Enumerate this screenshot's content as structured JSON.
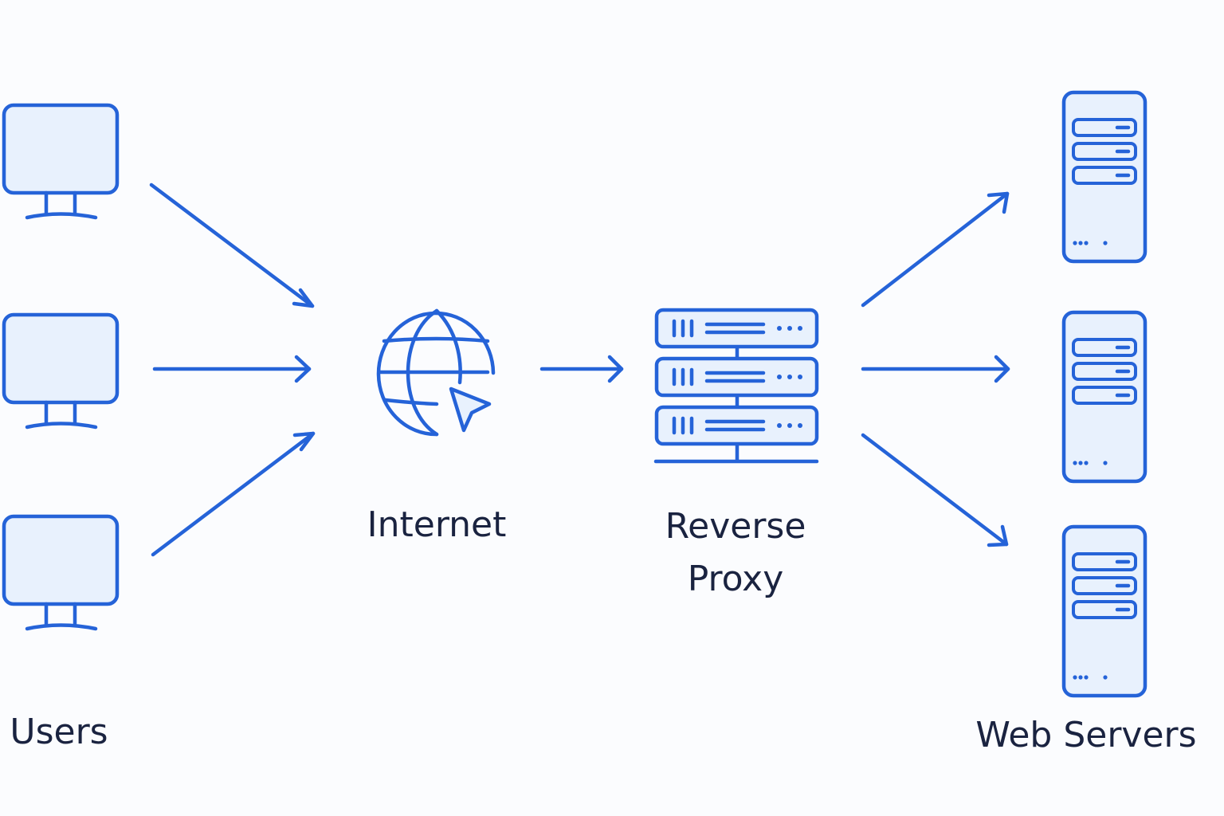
{
  "colors": {
    "accent": "#2563d8",
    "fill": "#e8f1fd",
    "text": "#1a2340",
    "background": "#fbfcfe"
  },
  "labels": {
    "users": "Users",
    "internet": "Internet",
    "proxy_line1": "Reverse",
    "proxy_line2": "Proxy",
    "servers": "Web Servers"
  },
  "nodes": {
    "users": {
      "count": 3,
      "icon": "monitor-icon"
    },
    "internet": {
      "icon": "globe-cursor-icon"
    },
    "proxy": {
      "icon": "server-rack-icon",
      "units": 3
    },
    "servers": {
      "count": 3,
      "icon": "tower-server-icon"
    }
  },
  "edges": [
    {
      "from": "user-1",
      "to": "internet"
    },
    {
      "from": "user-2",
      "to": "internet"
    },
    {
      "from": "user-3",
      "to": "internet"
    },
    {
      "from": "internet",
      "to": "reverse-proxy"
    },
    {
      "from": "reverse-proxy",
      "to": "web-server-1"
    },
    {
      "from": "reverse-proxy",
      "to": "web-server-2"
    },
    {
      "from": "reverse-proxy",
      "to": "web-server-3"
    }
  ]
}
